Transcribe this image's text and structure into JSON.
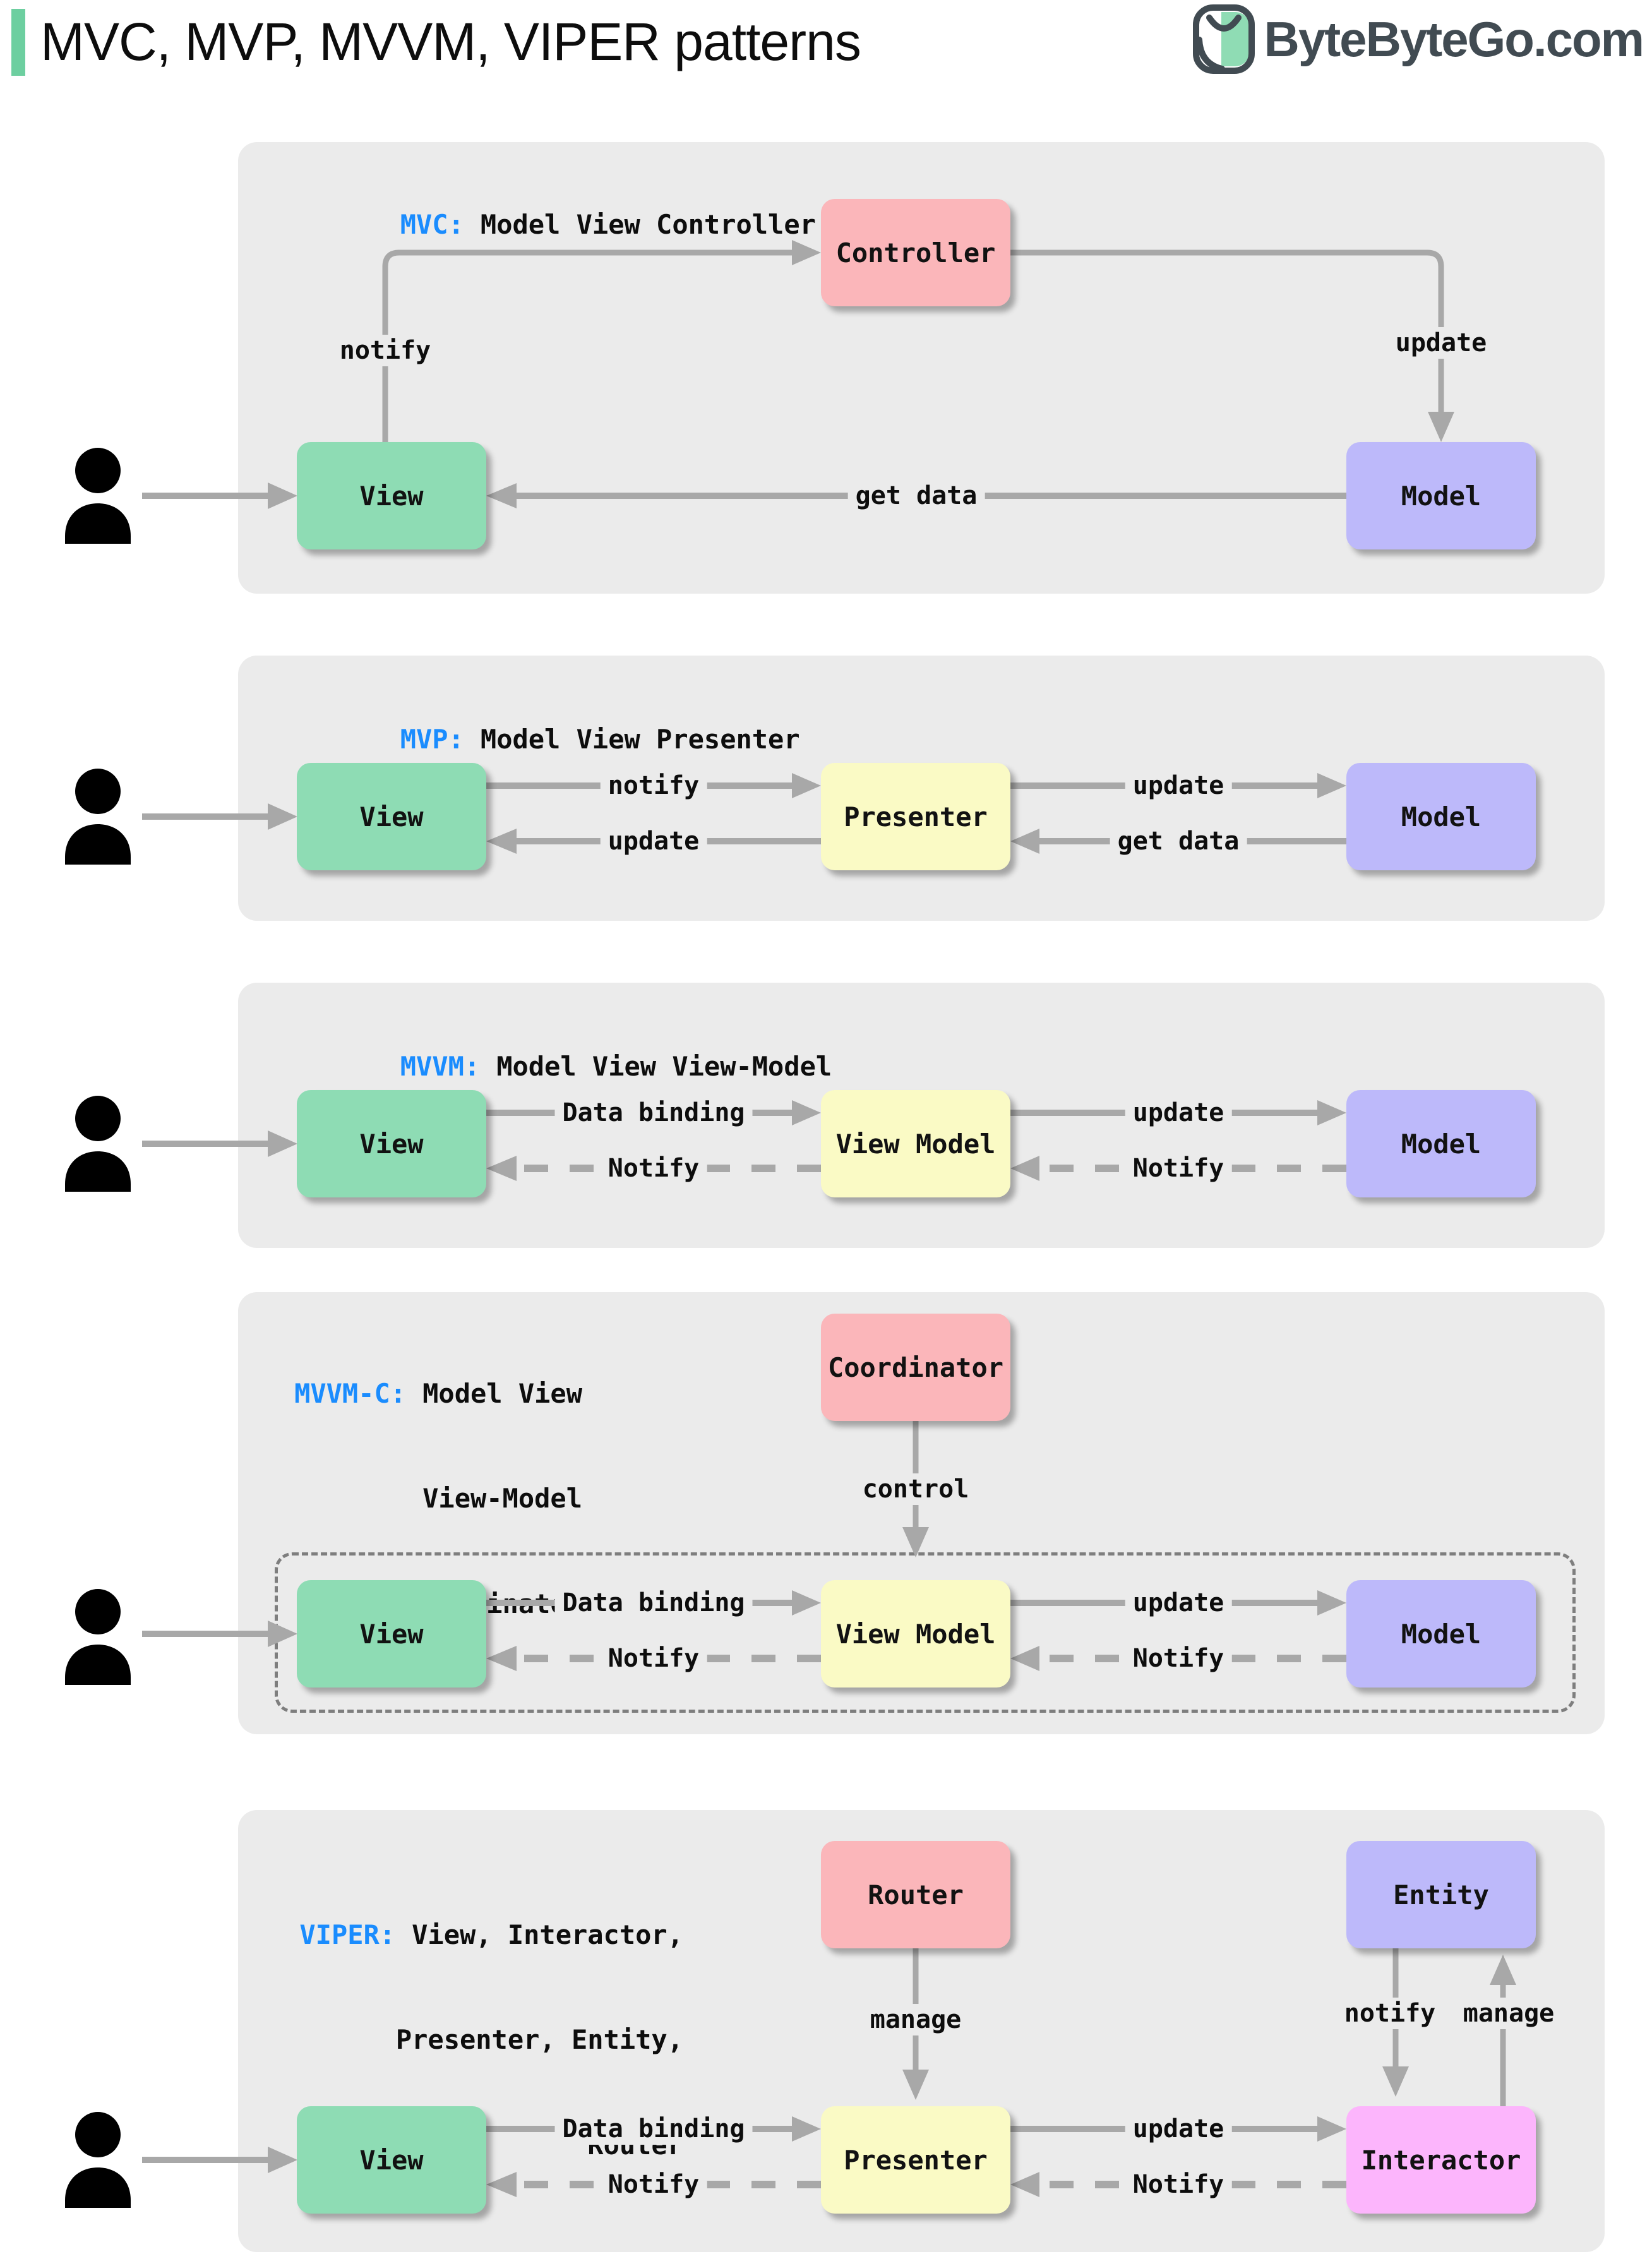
{
  "header": {
    "title": "MVC, MVP, MVVM, VIPER patterns",
    "logo": "ByteByteGo.com"
  },
  "mvc": {
    "prefix": "MVC:",
    "title": "Model View Controller",
    "boxes": {
      "controller": "Controller",
      "view": "View",
      "model": "Model"
    },
    "labels": {
      "notify": "notify",
      "update": "update",
      "get_data": "get data"
    }
  },
  "mvp": {
    "prefix": "MVP:",
    "title": "Model View Presenter",
    "boxes": {
      "view": "View",
      "presenter": "Presenter",
      "model": "Model"
    },
    "labels": {
      "notify": "notify",
      "update_to_view": "update",
      "update_to_model": "update",
      "get_data": "get data"
    }
  },
  "mvvm": {
    "prefix": "MVVM:",
    "title": "Model View View-Model",
    "boxes": {
      "view": "View",
      "view_model": "View Model",
      "model": "Model"
    },
    "labels": {
      "data_binding": "Data binding",
      "notify_view": "Notify",
      "update": "update",
      "notify_vm": "Notify"
    }
  },
  "mvvmc": {
    "prefix": "MVVM-C:",
    "line1": "Model View",
    "line2": "View-Model",
    "line3": "Coordinator",
    "boxes": {
      "coordinator": "Coordinator",
      "view": "View",
      "view_model": "View Model",
      "model": "Model"
    },
    "labels": {
      "control": "control",
      "data_binding": "Data binding",
      "notify_view": "Notify",
      "update": "update",
      "notify_vm": "Notify"
    }
  },
  "viper": {
    "prefix": "VIPER:",
    "line1": "View, Interactor,",
    "line2": "Presenter, Entity,",
    "line3": "Router",
    "boxes": {
      "router": "Router",
      "entity": "Entity",
      "view": "View",
      "presenter": "Presenter",
      "interactor": "Interactor"
    },
    "labels": {
      "manage_router": "manage",
      "notify_entity": "notify",
      "manage_entity": "manage",
      "data_binding": "Data binding",
      "notify_view": "Notify",
      "update": "update",
      "notify_presenter": "Notify"
    }
  },
  "colors": {
    "panel_bg": "#ebebeb",
    "arrow_gray": "#a8a8a8",
    "accent_blue": "#1a8cfe",
    "accent_green": "#6dcfa0",
    "green_box": "#8edcb4",
    "pink_box": "#fbb6ba",
    "purple_box": "#bdb9fa",
    "yellow_box": "#fafac5",
    "magenta_box": "#fcb5fc",
    "logo_dark": "#414b52",
    "logo_green": "#8fdcb4"
  }
}
